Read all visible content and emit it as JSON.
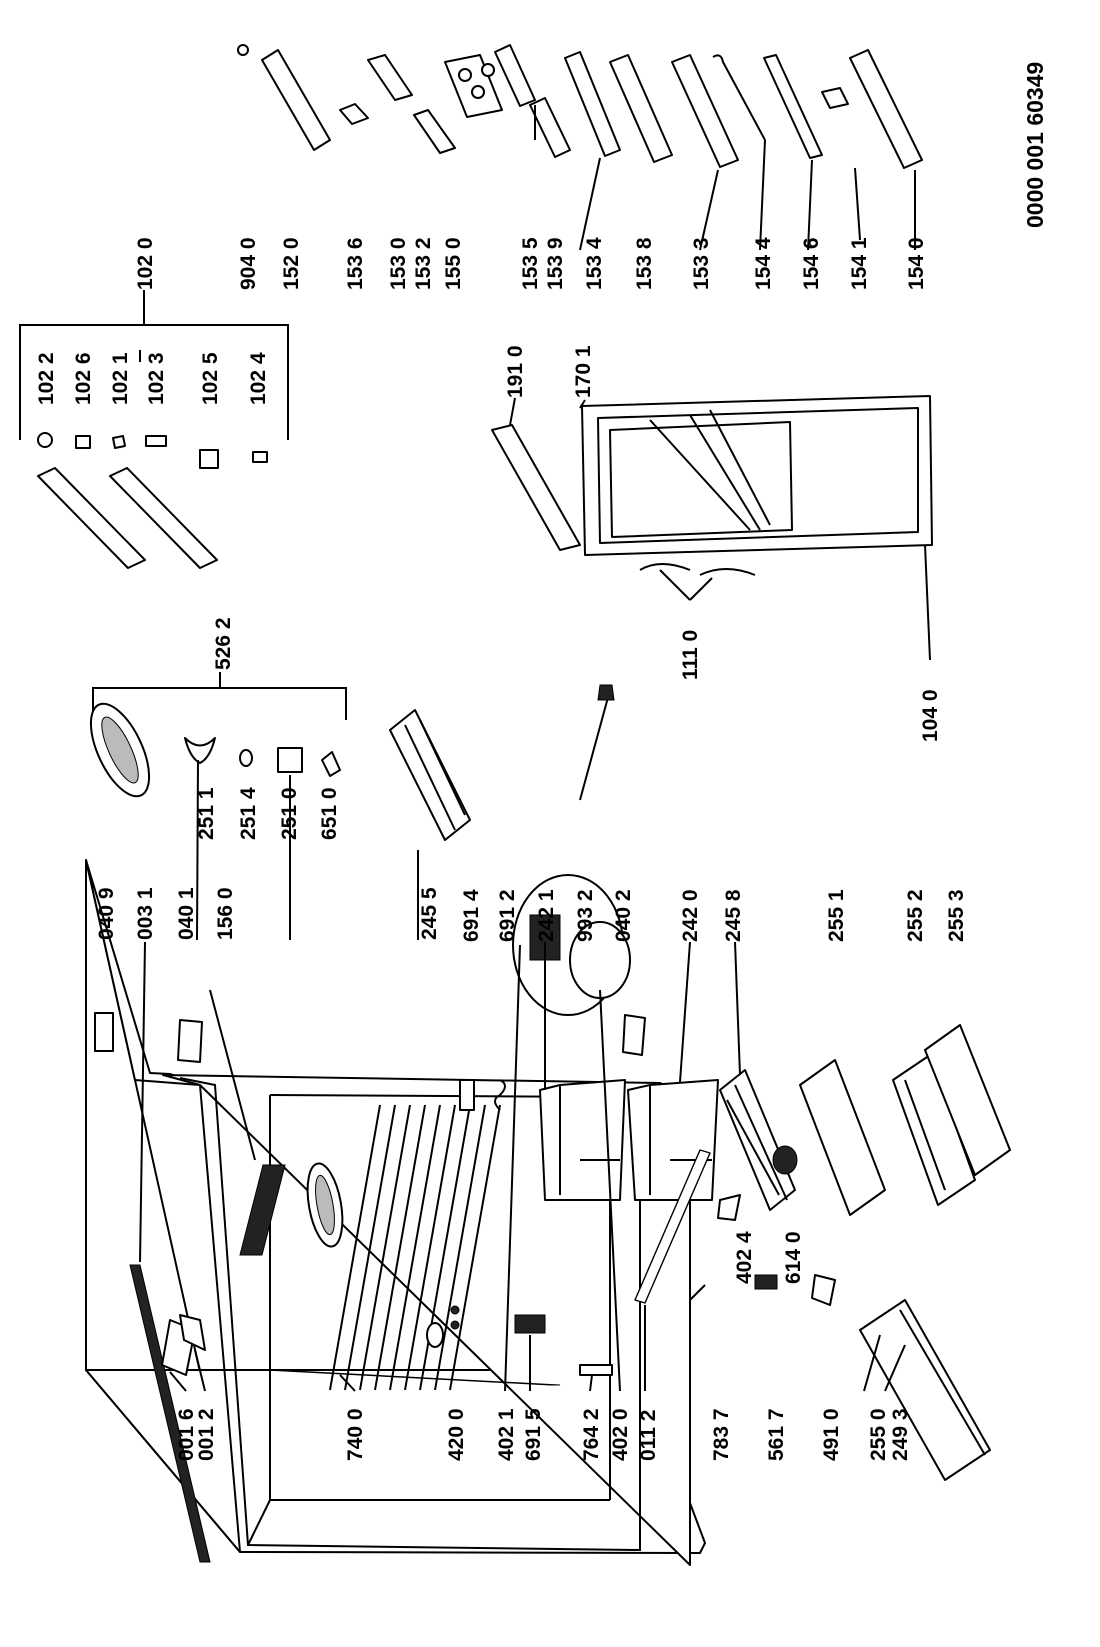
{
  "document_number": "0000 001 60349",
  "part_labels": {
    "p_001_6": "001 6",
    "p_001_2": "001 2",
    "p_740_0": "740 0",
    "p_420_0": "420 0",
    "p_402_1": "402 1",
    "p_691_5": "691 5",
    "p_764_2": "764 2",
    "p_402_0": "402 0",
    "p_011_2": "011 2",
    "p_783_7": "783 7",
    "p_561_7": "561 7",
    "p_491_0": "491 0",
    "p_255_0": "255 0",
    "p_249_3": "249 3",
    "p_402_4": "402 4",
    "p_614_0": "614 0",
    "p_040_9": "040 9",
    "p_003_1": "003 1",
    "p_040_1": "040 1",
    "p_156_0": "156 0",
    "p_691_4": "691 4",
    "p_691_2": "691 2",
    "p_242_1": "242 1",
    "p_993_2": "993 2",
    "p_040_2": "040 2",
    "p_242_0": "242 0",
    "p_245_8": "245 8",
    "p_255_1": "255 1",
    "p_255_2": "255 2",
    "p_255_3": "255 3",
    "p_245_5": "245 5",
    "p_251_1": "251 1",
    "p_251_4": "251 4",
    "p_251_0": "251 0",
    "p_651_0": "651 0",
    "p_526_2": "526 2",
    "p_111_0": "111 0",
    "p_104_0": "104 0",
    "p_102_0": "102 0",
    "p_102_2": "102 2",
    "p_102_6": "102 6",
    "p_102_1": "102 1",
    "p_102_3": "102 3",
    "p_102_5": "102 5",
    "p_102_4": "102 4",
    "p_191_0": "191 0",
    "p_170_1": "170 1",
    "p_904_0": "904 0",
    "p_152_0": "152 0",
    "p_153_6": "153 6",
    "p_153_0": "153 0",
    "p_153_2": "153 2",
    "p_155_0": "155 0",
    "p_153_5": "153 5",
    "p_153_9": "153 9",
    "p_153_4": "153 4",
    "p_153_8": "153 8",
    "p_153_3": "153 3",
    "p_154_4": "154 4",
    "p_154_6": "154 6",
    "p_154_1": "154 1",
    "p_154_0": "154 0"
  }
}
